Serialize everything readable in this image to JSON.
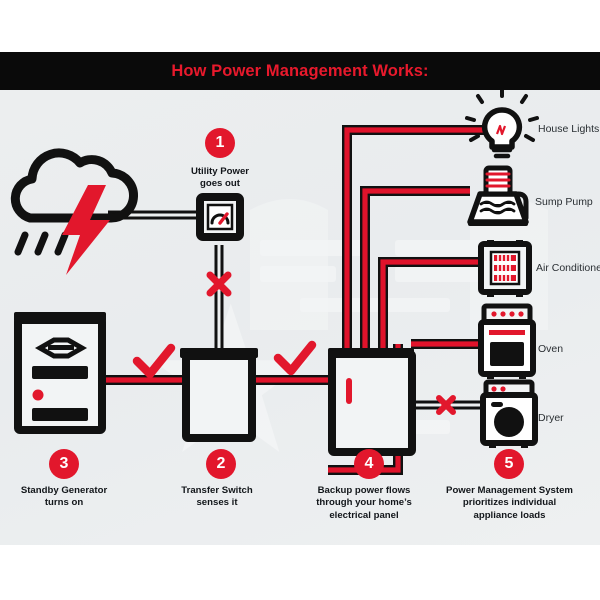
{
  "header": {
    "title": "How Power Management Works:",
    "bar_color": "#0a0a0a",
    "text_color": "#e8192c"
  },
  "theme": {
    "accent_red": "#e2172c",
    "wire_red": "#e0132b",
    "outline_black": "#111111",
    "canvas_bg": "#eceeef",
    "label_text": "#2a2f33"
  },
  "appliances": [
    {
      "label": "House Lights",
      "icon": "lightbulb-icon",
      "powered": true
    },
    {
      "label": "Sump Pump",
      "icon": "sump-pump-icon",
      "powered": true
    },
    {
      "label": "Air Conditioner",
      "icon": "air-conditioner-icon",
      "powered": true
    },
    {
      "label": "Oven",
      "icon": "oven-icon",
      "powered": true
    },
    {
      "label": "Dryer",
      "icon": "dryer-icon",
      "powered": false
    }
  ],
  "steps": [
    {
      "number": "1",
      "caption": "Utility Power\ngoes out",
      "line1": "Utility Power",
      "line2": "goes out",
      "line3": ""
    },
    {
      "number": "2",
      "caption": "Transfer Switch\nsenses it",
      "line1": "Transfer Switch",
      "line2": "senses it",
      "line3": ""
    },
    {
      "number": "3",
      "caption": "Standby Generator\nturns on",
      "line1": "Standby Generator",
      "line2": "turns on",
      "line3": ""
    },
    {
      "number": "4",
      "caption": "Backup power flows\nthrough your home's\nelectrical panel",
      "line1": "Backup power flows",
      "line2": "through your home’s",
      "line3": "electrical panel"
    },
    {
      "number": "5",
      "caption": "Power Management System\nprioritizes individual\nappliance loads",
      "line1": "Power Management System",
      "line2": "prioritizes individual",
      "line3": "appliance loads"
    }
  ],
  "equipment": [
    {
      "name": "storm-cloud",
      "label": ""
    },
    {
      "name": "utility-meter",
      "label": ""
    },
    {
      "name": "standby-generator",
      "label": ""
    },
    {
      "name": "transfer-switch",
      "label": ""
    },
    {
      "name": "electrical-panel",
      "label": ""
    }
  ],
  "markers": {
    "x_marks": [
      {
        "target": "utility-feed-wire",
        "meaning": "utility power cut"
      },
      {
        "target": "dryer-wire",
        "meaning": "load shed"
      }
    ],
    "check_marks": [
      {
        "target": "generator-to-transfer-switch",
        "meaning": "power flowing"
      },
      {
        "target": "transfer-switch-to-panel",
        "meaning": "power flowing"
      }
    ]
  }
}
